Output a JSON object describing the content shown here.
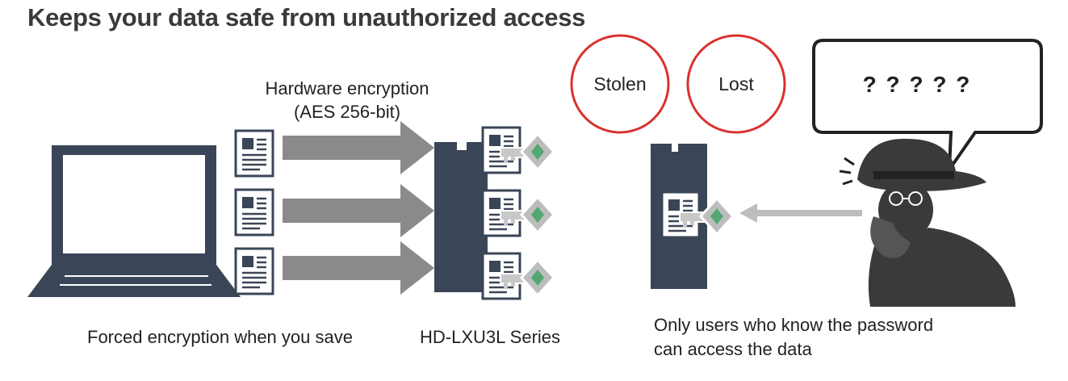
{
  "heading": "Keeps your data safe from unauthorized access",
  "encryption": {
    "line1": "Hardware encryption",
    "line2": "(AES 256-bit)"
  },
  "labels": {
    "save": "Forced encryption when you save",
    "product": "HD-LXU3L Series",
    "access_line1": "Only users who know the password",
    "access_line2": "can access the data"
  },
  "circles": {
    "stolen": "Stolen",
    "lost": "Lost"
  },
  "speech_bubble": "? ? ? ? ?",
  "icons": [
    "laptop-icon",
    "document-icon",
    "arrow-icon",
    "drive-icon",
    "key-icon",
    "thief-icon",
    "speech-bubble-icon"
  ],
  "colors": {
    "navy": "#3a4657",
    "arrow_gray": "#8a8a8a",
    "circle_red": "#d9322e",
    "key_green": "#52a870"
  }
}
